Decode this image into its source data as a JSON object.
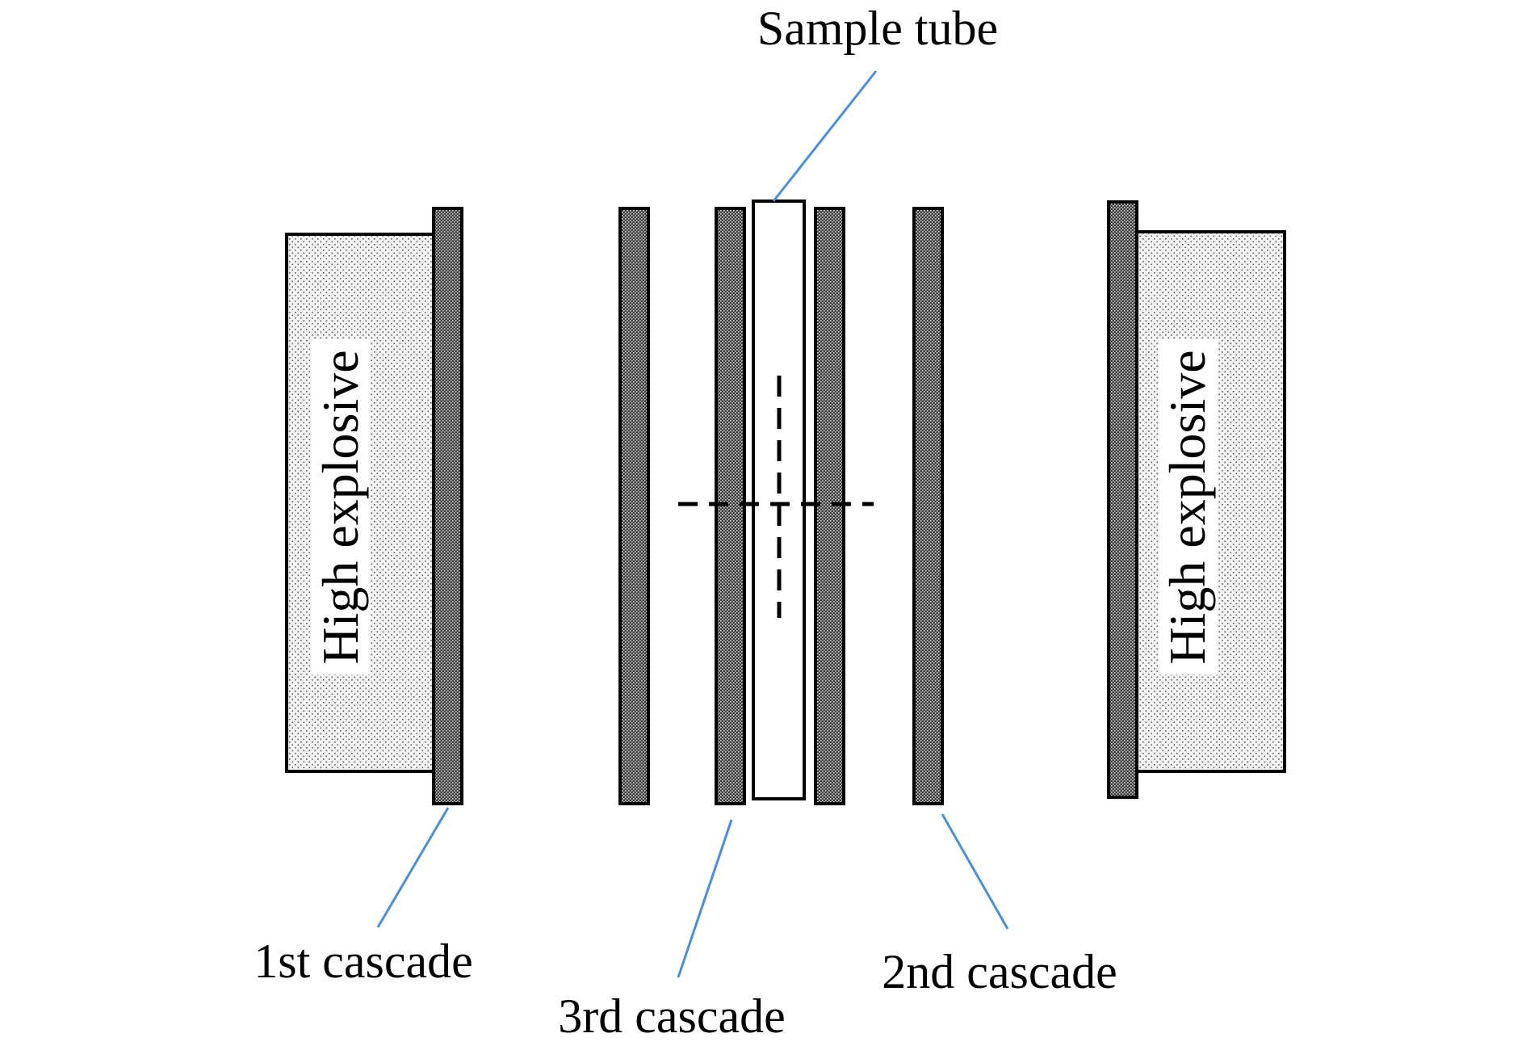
{
  "labels": {
    "sample_tube": "Sample tube",
    "high_explosive_left": "High explosive",
    "high_explosive_right": "High explosive",
    "cascade_1": "1st cascade",
    "cascade_2": "2nd cascade",
    "cascade_3": "3rd cascade"
  },
  "colors": {
    "outline": "#000000",
    "leader_line": "#4a8fd8",
    "explosive_fill": "#f2f2f2",
    "cascade_fill": "#6e6e6e",
    "background": "#ffffff"
  }
}
